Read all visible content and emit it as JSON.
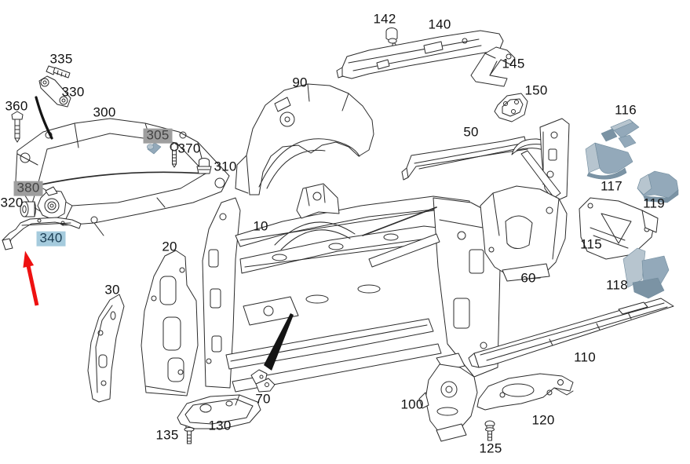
{
  "diagram": {
    "kind": "exploded-parts-diagram",
    "subject": "front body, frame and subframe components"
  },
  "colors": {
    "line_art": "#2b2b2b",
    "label_text": "#111111",
    "highlight_gray_bg": "#9e9e9e",
    "highlight_gray_text": "#434343",
    "highlight_blue_bg": "#a5cbdd",
    "highlight_blue_text": "#1d3f55",
    "part_blue_light": "#b7c5cf",
    "part_blue_mid": "#93a9ba",
    "part_blue_dark": "#7b93a4",
    "part_blue_stroke": "#6f8a9c",
    "red_arrow": "#ee1111",
    "pointer_black": "#141414",
    "background": "#ffffff"
  },
  "parts": {
    "10": {
      "label": "10",
      "highlight": "none"
    },
    "20": {
      "label": "20",
      "highlight": "none"
    },
    "30": {
      "label": "30",
      "highlight": "none"
    },
    "50": {
      "label": "50",
      "highlight": "none"
    },
    "60": {
      "label": "60",
      "highlight": "none"
    },
    "70": {
      "label": "70",
      "highlight": "none"
    },
    "90": {
      "label": "90",
      "highlight": "none"
    },
    "100": {
      "label": "100",
      "highlight": "none"
    },
    "110": {
      "label": "110",
      "highlight": "none"
    },
    "115": {
      "label": "115",
      "highlight": "none"
    },
    "116": {
      "label": "116",
      "highlight": "none",
      "accent_fill": true
    },
    "117": {
      "label": "117",
      "highlight": "none",
      "accent_fill": true
    },
    "118": {
      "label": "118",
      "highlight": "none",
      "accent_fill": true
    },
    "119": {
      "label": "119",
      "highlight": "none",
      "accent_fill": true
    },
    "120": {
      "label": "120",
      "highlight": "none"
    },
    "125": {
      "label": "125",
      "highlight": "none"
    },
    "130": {
      "label": "130",
      "highlight": "none"
    },
    "135": {
      "label": "135",
      "highlight": "none"
    },
    "140": {
      "label": "140",
      "highlight": "none"
    },
    "142": {
      "label": "142",
      "highlight": "none"
    },
    "145": {
      "label": "145",
      "highlight": "none"
    },
    "150": {
      "label": "150",
      "highlight": "none"
    },
    "300": {
      "label": "300",
      "highlight": "none"
    },
    "305": {
      "label": "305",
      "highlight": "gray",
      "accent_fill": true
    },
    "310": {
      "label": "310",
      "highlight": "none"
    },
    "320": {
      "label": "320",
      "highlight": "none"
    },
    "330": {
      "label": "330",
      "highlight": "none"
    },
    "335": {
      "label": "335",
      "highlight": "none"
    },
    "340": {
      "label": "340",
      "highlight": "blue"
    },
    "360": {
      "label": "360",
      "highlight": "none"
    },
    "370": {
      "label": "370",
      "highlight": "none"
    },
    "380": {
      "label": "380",
      "highlight": "gray"
    }
  },
  "annotations": {
    "red_arrow": {
      "points_to": "340"
    },
    "black_pointer_wedge": {
      "points_to": "70"
    },
    "black_curve": {
      "from": "330",
      "to": "300"
    }
  }
}
